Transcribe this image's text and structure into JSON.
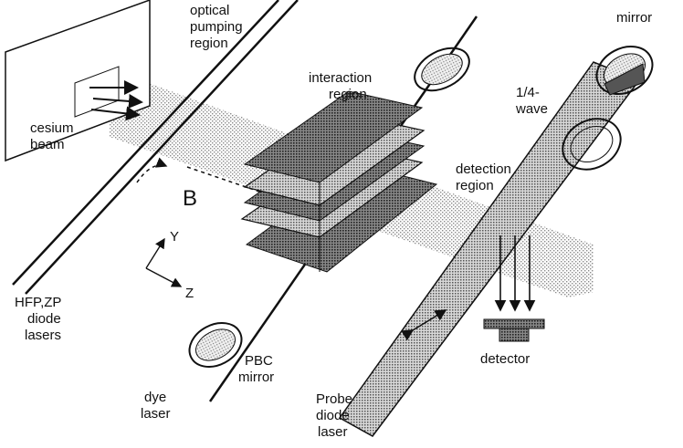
{
  "labels": {
    "optical_pumping": [
      "optical",
      "pumping",
      "region"
    ],
    "cesium_beam": [
      "cesium",
      "beam"
    ],
    "interaction_region": [
      "interaction",
      "region"
    ],
    "mirror": "mirror",
    "quarter_wave": [
      "1/4-",
      "wave"
    ],
    "detection_region": [
      "detection",
      "region"
    ],
    "field_B": "B",
    "axis_y": "Y",
    "axis_z": "Z",
    "hfp_zp_lasers": [
      "HFP,ZP",
      "diode",
      "lasers"
    ],
    "pbc_mirror": [
      "PBC",
      "mirror"
    ],
    "dye_laser": [
      "dye",
      "laser"
    ],
    "detector": "detector",
    "probe_laser": [
      "Probe",
      "diode",
      "laser"
    ]
  },
  "colors": {
    "ink": "#111111",
    "beam_dot": "#9a9a9a",
    "plate_dark": "#555555",
    "probe_beam": "#8a8a8a"
  }
}
